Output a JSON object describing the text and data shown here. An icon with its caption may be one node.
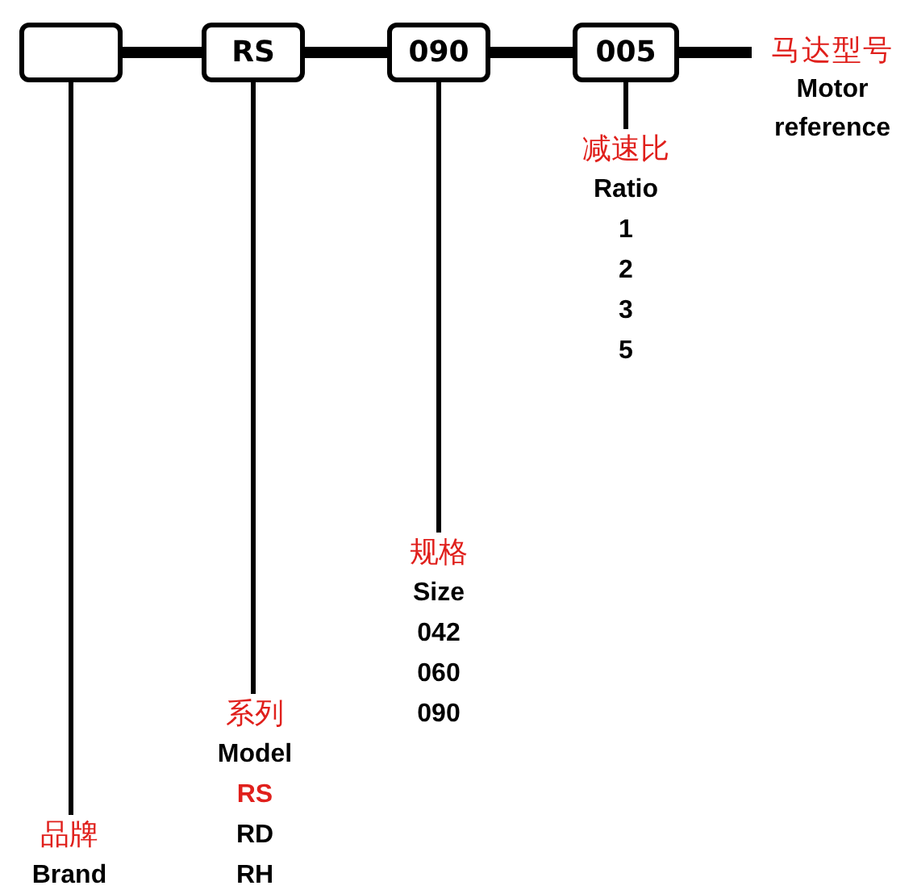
{
  "diagram": {
    "nodes": [
      {
        "text": [],
        "shape": "box"
      },
      {
        "text": [
          "RS"
        ]
      },
      {
        "text": [
          "090"
        ]
      },
      {
        "text": [
          "005"
        ]
      },
      {
        "text": [
          "马达型号",
          "Motor reference"
        ]
      },
      {
        "text": [
          "减速比",
          "Ratio",
          "1",
          "2",
          "3",
          "5"
        ]
      },
      {
        "text": [
          "规格",
          "Size",
          "042",
          "060",
          "090"
        ]
      },
      {
        "text": [
          "系列",
          "Model",
          "RS",
          "RD",
          "RH"
        ]
      },
      {
        "text": [
          "品牌",
          "Brand"
        ]
      }
    ],
    "edges": [
      {
        "from": 0,
        "to": 1,
        "arrow": "none",
        "style": "thick"
      },
      {
        "from": 1,
        "to": 2,
        "arrow": "none",
        "style": "thick"
      },
      {
        "from": 2,
        "to": 3,
        "arrow": "none",
        "style": "thick"
      },
      {
        "from": 3,
        "to": 4,
        "arrow": "none",
        "style": "thick"
      },
      {
        "from": 3,
        "to": 5,
        "arrow": "none"
      },
      {
        "from": 2,
        "to": 6,
        "arrow": "none"
      },
      {
        "from": 1,
        "to": 7,
        "arrow": "none"
      },
      {
        "from": 0,
        "to": 8,
        "arrow": "none"
      }
    ]
  }
}
